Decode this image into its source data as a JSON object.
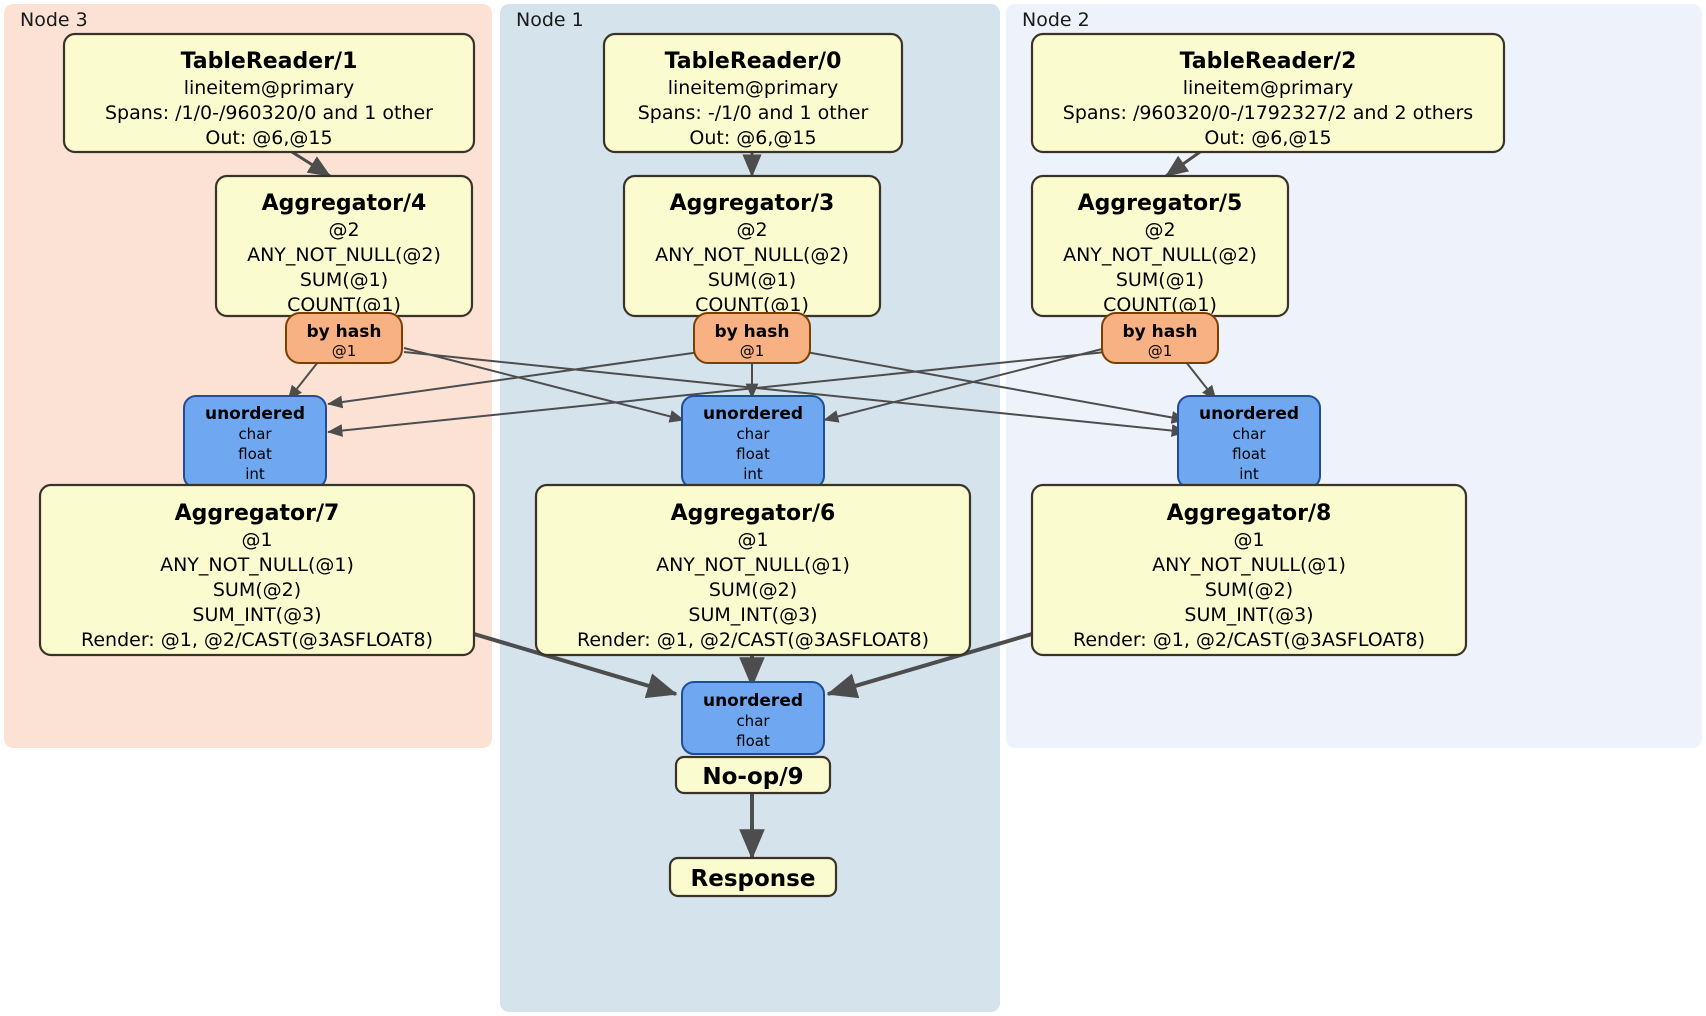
{
  "diagram": {
    "type": "distributed-query-plan",
    "colors": {
      "panel_node3": "#fbe2d5",
      "panel_node1": "#d4e3ec",
      "panel_node2": "#eef2fa",
      "processor_fill": "#fbfbd0",
      "processor_stroke": "#3b3328",
      "hash_router_fill": "#f7b183",
      "hash_router_stroke": "#7b3f00",
      "unordered_fill": "#6fa8f0",
      "unordered_stroke": "#1f4e96",
      "edge": "#4d4d4d",
      "page_background": "#ffffff"
    },
    "panels": [
      {
        "id": "node3",
        "label": "Node 3"
      },
      {
        "id": "node1",
        "label": "Node 1"
      },
      {
        "id": "node2",
        "label": "Node 2"
      }
    ],
    "nodes": [
      {
        "id": "tr1",
        "kind": "processor",
        "panel": "node3",
        "title": "TableReader/1",
        "lines": [
          "lineitem@primary",
          "Spans: /1/0-/960320/0 and 1 other",
          "Out: @6,@15"
        ]
      },
      {
        "id": "tr0",
        "kind": "processor",
        "panel": "node1",
        "title": "TableReader/0",
        "lines": [
          "lineitem@primary",
          "Spans: -/1/0 and 1 other",
          "Out: @6,@15"
        ]
      },
      {
        "id": "tr2",
        "kind": "processor",
        "panel": "node2",
        "title": "TableReader/2",
        "lines": [
          "lineitem@primary",
          "Spans: /960320/0-/1792327/2 and 2 others",
          "Out: @6,@15"
        ]
      },
      {
        "id": "agg4",
        "kind": "processor",
        "panel": "node3",
        "title": "Aggregator/4",
        "lines": [
          "@2",
          "ANY_NOT_NULL(@2)",
          "SUM(@1)",
          "COUNT(@1)"
        ]
      },
      {
        "id": "agg3",
        "kind": "processor",
        "panel": "node1",
        "title": "Aggregator/3",
        "lines": [
          "@2",
          "ANY_NOT_NULL(@2)",
          "SUM(@1)",
          "COUNT(@1)"
        ]
      },
      {
        "id": "agg5",
        "kind": "processor",
        "panel": "node2",
        "title": "Aggregator/5",
        "lines": [
          "@2",
          "ANY_NOT_NULL(@2)",
          "SUM(@1)",
          "COUNT(@1)"
        ]
      },
      {
        "id": "hash4",
        "kind": "router",
        "panel": "node3",
        "title": "by hash",
        "lines": [
          "@1"
        ]
      },
      {
        "id": "hash3",
        "kind": "router",
        "panel": "node1",
        "title": "by hash",
        "lines": [
          "@1"
        ]
      },
      {
        "id": "hash5",
        "kind": "router",
        "panel": "node2",
        "title": "by hash",
        "lines": [
          "@1"
        ]
      },
      {
        "id": "sync7",
        "kind": "synchronizer",
        "panel": "node3",
        "title": "unordered",
        "lines": [
          "char",
          "float",
          "int"
        ]
      },
      {
        "id": "sync6",
        "kind": "synchronizer",
        "panel": "node1",
        "title": "unordered",
        "lines": [
          "char",
          "float",
          "int"
        ]
      },
      {
        "id": "sync8",
        "kind": "synchronizer",
        "panel": "node2",
        "title": "unordered",
        "lines": [
          "char",
          "float",
          "int"
        ]
      },
      {
        "id": "agg7",
        "kind": "processor",
        "panel": "node3",
        "title": "Aggregator/7",
        "lines": [
          "@1",
          "ANY_NOT_NULL(@1)",
          "SUM(@2)",
          "SUM_INT(@3)",
          "Render: @1, @2/CAST(@3ASFLOAT8)"
        ]
      },
      {
        "id": "agg6",
        "kind": "processor",
        "panel": "node1",
        "title": "Aggregator/6",
        "lines": [
          "@1",
          "ANY_NOT_NULL(@1)",
          "SUM(@2)",
          "SUM_INT(@3)",
          "Render: @1, @2/CAST(@3ASFLOAT8)"
        ]
      },
      {
        "id": "agg8",
        "kind": "processor",
        "panel": "node2",
        "title": "Aggregator/8",
        "lines": [
          "@1",
          "ANY_NOT_NULL(@1)",
          "SUM(@2)",
          "SUM_INT(@3)",
          "Render: @1, @2/CAST(@3ASFLOAT8)"
        ]
      },
      {
        "id": "sync9",
        "kind": "synchronizer",
        "panel": "node1",
        "title": "unordered",
        "lines": [
          "char",
          "float"
        ]
      },
      {
        "id": "noop9",
        "kind": "processor",
        "panel": "node1",
        "title": "No-op/9",
        "lines": []
      },
      {
        "id": "response",
        "kind": "processor",
        "panel": "node1",
        "title": "Response",
        "lines": []
      }
    ],
    "edges": [
      {
        "from": "tr1",
        "to": "agg4"
      },
      {
        "from": "tr0",
        "to": "agg3"
      },
      {
        "from": "tr2",
        "to": "agg5"
      },
      {
        "from": "hash4",
        "to": "sync7"
      },
      {
        "from": "hash4",
        "to": "sync6"
      },
      {
        "from": "hash4",
        "to": "sync8"
      },
      {
        "from": "hash3",
        "to": "sync7"
      },
      {
        "from": "hash3",
        "to": "sync6"
      },
      {
        "from": "hash3",
        "to": "sync8"
      },
      {
        "from": "hash5",
        "to": "sync7"
      },
      {
        "from": "hash5",
        "to": "sync6"
      },
      {
        "from": "hash5",
        "to": "sync8"
      },
      {
        "from": "agg7",
        "to": "sync9"
      },
      {
        "from": "agg6",
        "to": "sync9"
      },
      {
        "from": "agg8",
        "to": "sync9"
      },
      {
        "from": "noop9",
        "to": "response"
      }
    ]
  }
}
